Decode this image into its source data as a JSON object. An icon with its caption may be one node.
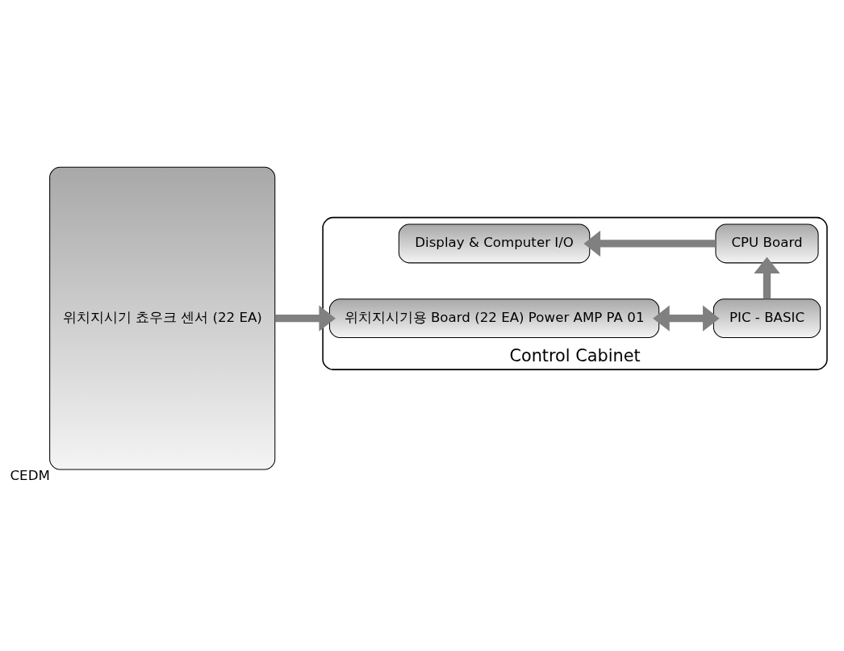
{
  "diagram": {
    "nodes": [
      {
        "text": [
          "위치지시기 쵸우크 센서 (22 EA)"
        ],
        "beside": [
          "CEDM"
        ]
      },
      {
        "text": [
          "Control Cabinet"
        ]
      },
      {
        "text": [
          "위치지시기용 Board (22 EA) Power AMP PA 01"
        ],
        "in": 1
      },
      {
        "text": [
          "PIC - BASIC"
        ],
        "in": 1
      },
      {
        "text": [
          "CPU Board"
        ],
        "in": 1
      },
      {
        "text": [
          "Display & Computer I/O"
        ],
        "in": 1
      }
    ],
    "edges": [
      {
        "from": 0,
        "to": 2,
        "arrow": "to"
      },
      {
        "from": 2,
        "to": 3,
        "arrow": "both"
      },
      {
        "from": 3,
        "to": 4,
        "arrow": "to"
      },
      {
        "from": 4,
        "to": 5,
        "arrow": "to"
      }
    ]
  }
}
